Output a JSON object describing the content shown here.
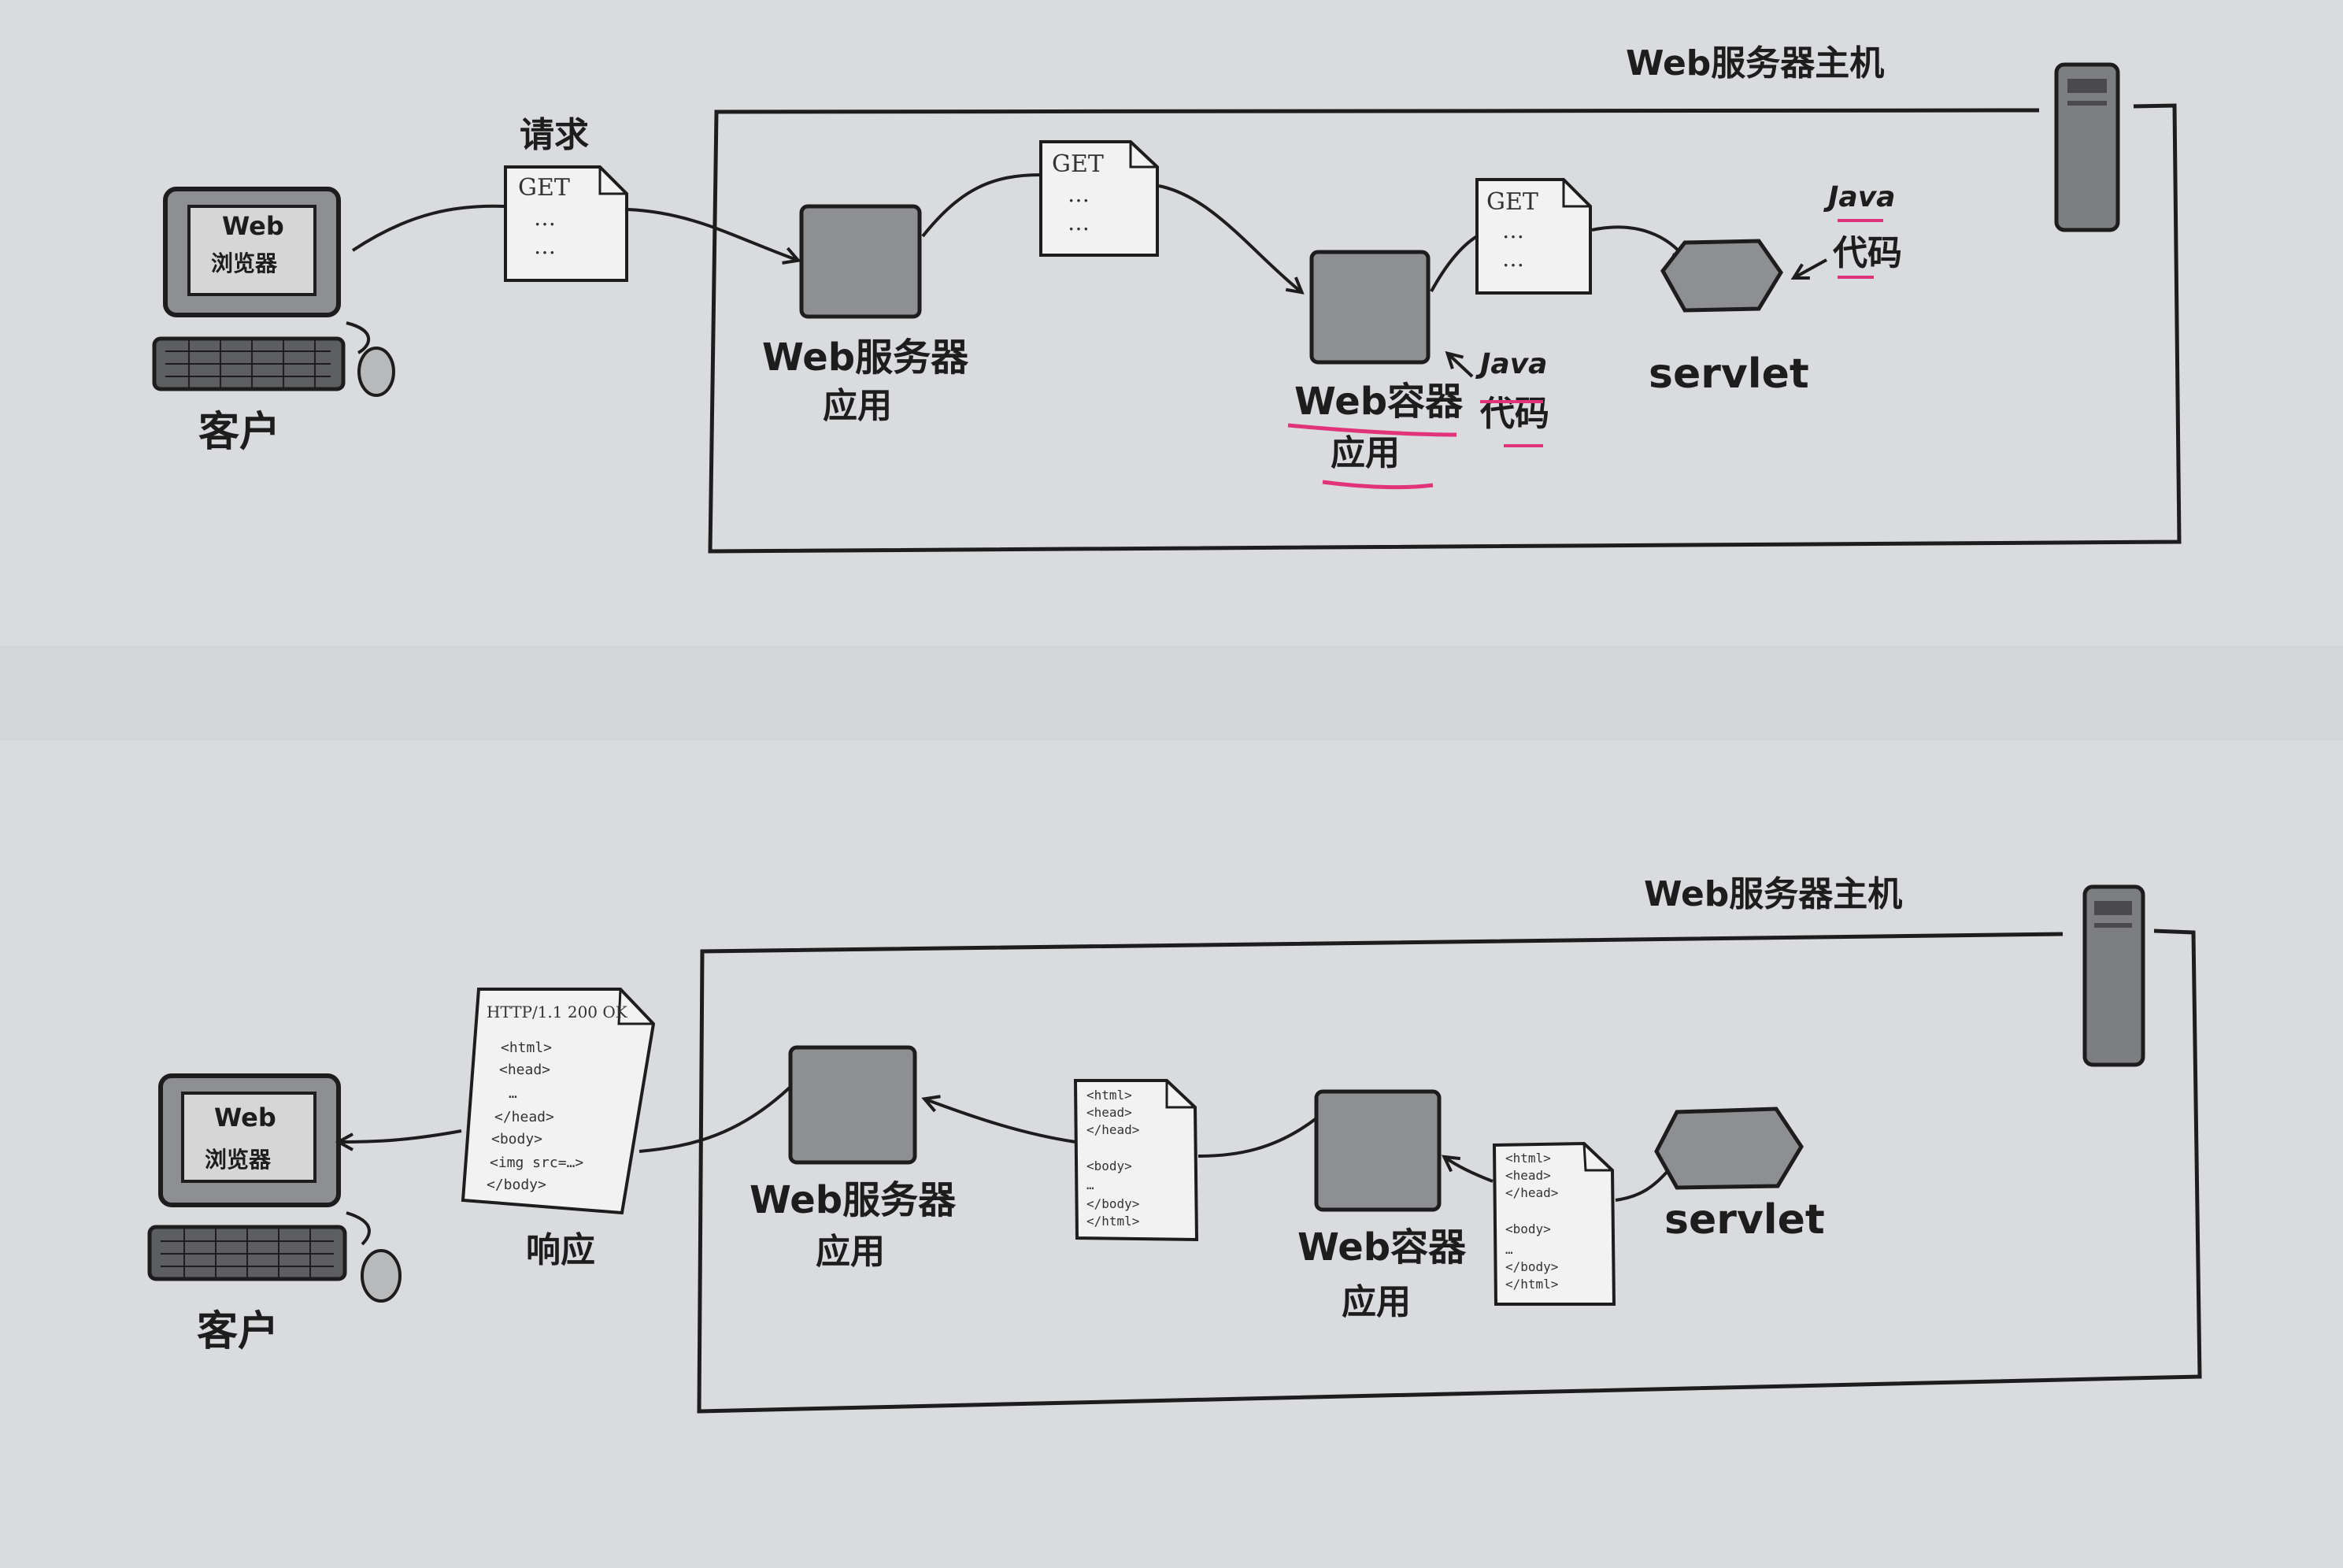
{
  "top": {
    "host_label": "Web服务器主机",
    "request_label": "请求",
    "client_label": "客户",
    "browser_line1": "Web",
    "browser_line2": "浏览器",
    "doc_get": "GET",
    "doc_dots": "…",
    "web_server_app_line1": "Web服务器",
    "web_server_app_line2": "应用",
    "web_container_app_line1": "Web容器",
    "web_container_app_line2": "应用",
    "servlet_label": "servlet",
    "java_code_1_java": "Java",
    "java_code_1_code": "代码",
    "java_code_2_java": "Java",
    "java_code_2_code": "代码"
  },
  "bottom": {
    "host_label": "Web服务器主机",
    "response_label": "响应",
    "client_label": "客户",
    "browser_line1": "Web",
    "browser_line2": "浏览器",
    "http_status": "HTTP/1.1 200 OK",
    "response_doc_lines": [
      "<html>",
      "<head>",
      "…",
      "</head>",
      "<body>",
      "<img src=…>",
      "</body>"
    ],
    "html_doc_lines": [
      "<html>",
      "<head>",
      "</head>",
      "",
      "<body>",
      "",
      "…",
      "</body>",
      "</html>"
    ],
    "web_server_app_line1": "Web服务器",
    "web_server_app_line2": "应用",
    "web_container_app_line1": "Web容器",
    "web_container_app_line2": "应用",
    "servlet_label": "servlet"
  },
  "colors": {
    "ink": "#1d1d1d",
    "box_fill": "#8e8f92",
    "paper": "#f2f2f2",
    "highlight": "#e0337a"
  }
}
